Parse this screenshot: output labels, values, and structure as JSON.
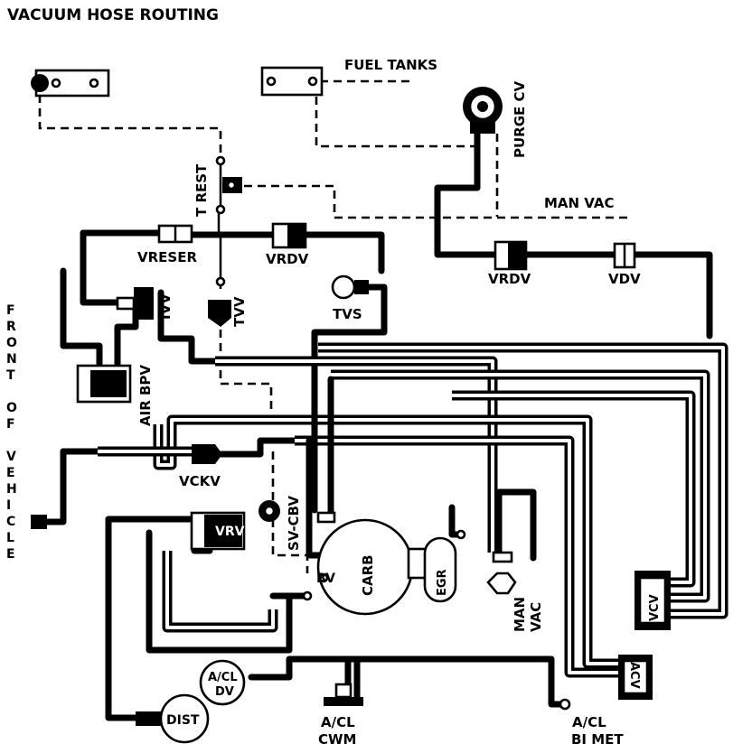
{
  "title": "VACUUM HOSE ROUTING",
  "side_label": [
    "F",
    "R",
    "O",
    "N",
    "T",
    "",
    "O",
    "F",
    "",
    "V",
    "E",
    "H",
    "I",
    "C",
    "L",
    "E"
  ],
  "labels": {
    "fuel_tanks": "FUEL TANKS",
    "purge_cv": "PURGE CV",
    "t_rest": "T REST",
    "man_vac_top": "MAN VAC",
    "vreser": "VRESER",
    "vrdv_left": "VRDV",
    "vrdv_right": "VRDV",
    "vdv": "VDV",
    "ivv": "IVV",
    "tvv": "TVV",
    "tvs": "TVS",
    "air_bpv": "AIR BPV",
    "vckv": "VCKV",
    "sv_cbv": "SV-CBV",
    "vrv": "VRV",
    "carb": "CARB",
    "bv": "BV",
    "egr": "EGR",
    "man_vac_bottom_1": "MAN",
    "man_vac_bottom_2": "VAC",
    "vcv": "VCV",
    "acv": "ACV",
    "ac_dv_1": "A/CL",
    "ac_dv_2": "DV",
    "dist": "DIST",
    "ac_cwm_1": "A/CL",
    "ac_cwm_2": "CWM",
    "ac_bimet_1": "A/CL",
    "ac_bimet_2": "BI MET"
  }
}
